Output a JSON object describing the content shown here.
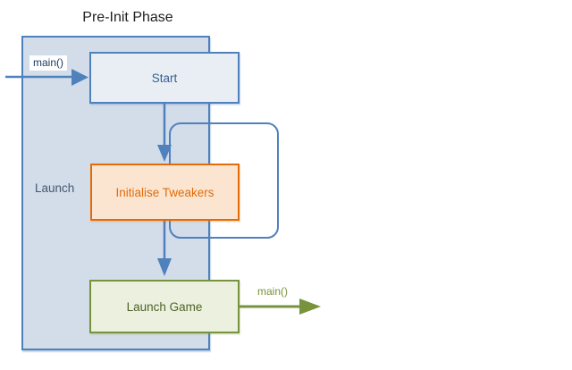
{
  "diagram": {
    "title": "Pre-Init Phase",
    "container": {
      "label": "Launch"
    },
    "nodes": {
      "start": {
        "label": "Start"
      },
      "init_tweakers": {
        "label": "Initialise Tweakers"
      },
      "launch_game": {
        "label": "Launch Game"
      }
    },
    "arrows": {
      "incoming": {
        "label": "main()",
        "direction": "left-to-right into Start"
      },
      "start_to_tweakers": {
        "label": "",
        "direction": "Start down to Initialise Tweakers"
      },
      "tweakers_loop": {
        "label": "",
        "direction": "self-loop around Initialise Tweakers"
      },
      "tweakers_to_launch": {
        "label": "",
        "direction": "Initialise Tweakers down to Launch Game"
      },
      "outgoing": {
        "label": "main()",
        "direction": "Launch Game out to the right"
      }
    },
    "colors": {
      "blue_border": "#4f81bd",
      "container_fill": "#d3dce9",
      "start_fill": "#e9eef5",
      "start_text": "#365f91",
      "main_in_text": "#17375e",
      "container_label_text": "#46586e",
      "orange_border": "#e36c09",
      "orange_fill": "#fbe5d1",
      "orange_text": "#e36c09",
      "green_border": "#77933c",
      "green_fill": "#ebf1de",
      "green_text": "#4f6228",
      "title_text": "#1f1f1f"
    }
  }
}
